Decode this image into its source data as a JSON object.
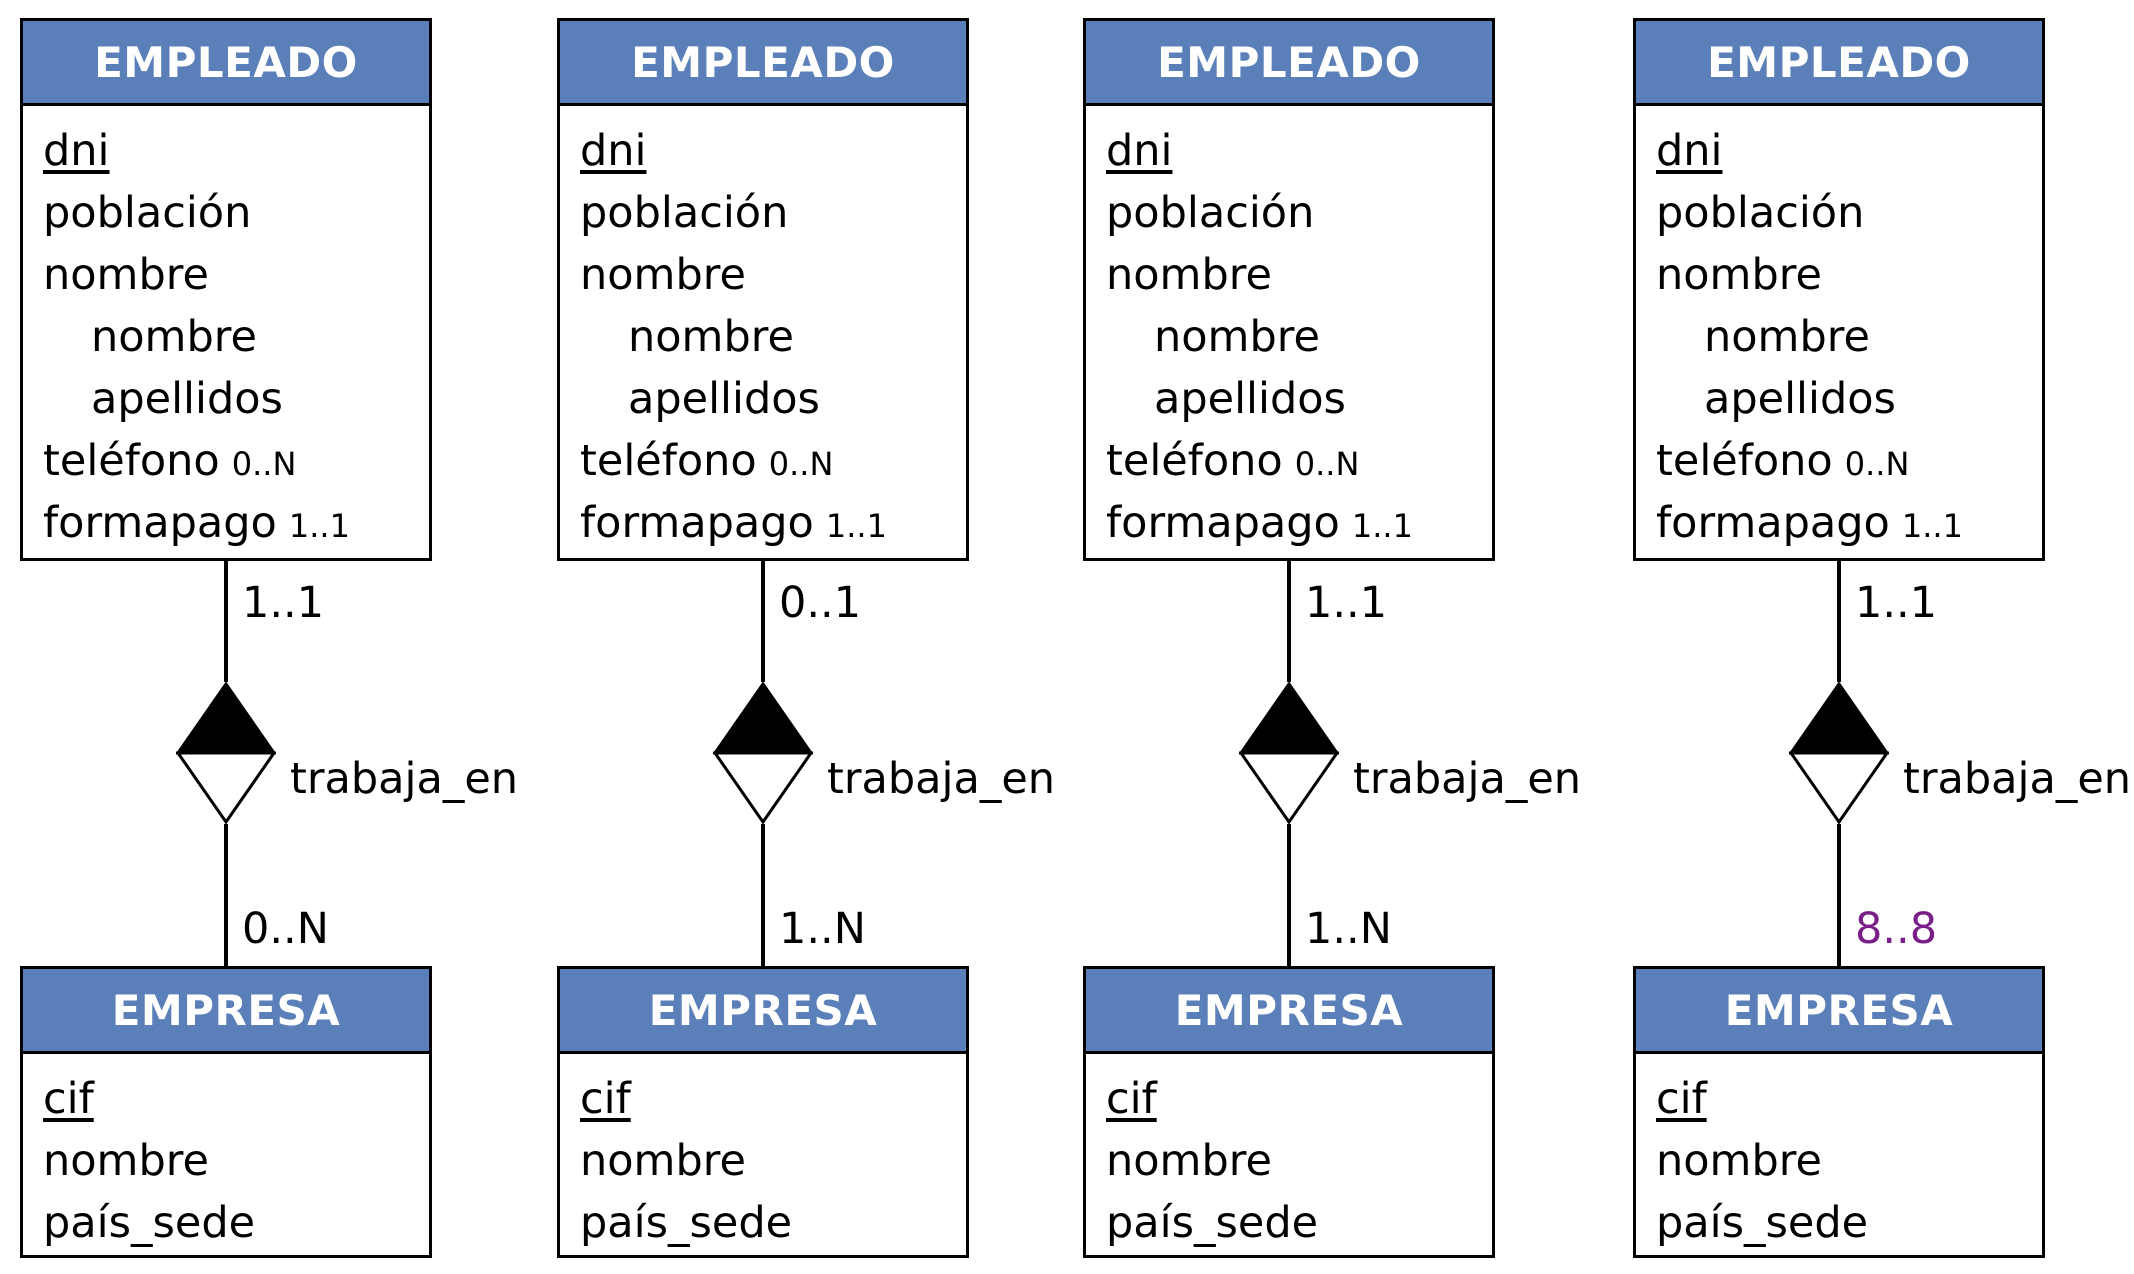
{
  "diagrams": [
    {
      "empleado": {
        "name": "EMPLEADO",
        "attributes": [
          {
            "name": "dni",
            "key": true
          },
          {
            "name": "población"
          },
          {
            "name": "nombre"
          },
          {
            "name": "nombre",
            "sub": true
          },
          {
            "name": "apellidos",
            "sub": true
          },
          {
            "name": "teléfono",
            "card": "0..N"
          },
          {
            "name": "formapago",
            "card": "1..1"
          }
        ]
      },
      "relationship": "trabaja_en",
      "card_top": "1..1",
      "card_bottom": "0..N",
      "empresa": {
        "name": "EMPRESA",
        "attributes": [
          {
            "name": "cif",
            "key": true
          },
          {
            "name": "nombre"
          },
          {
            "name": "país_sede"
          }
        ]
      }
    },
    {
      "empleado": {
        "name": "EMPLEADO",
        "attributes": [
          {
            "name": "dni",
            "key": true
          },
          {
            "name": "población"
          },
          {
            "name": "nombre"
          },
          {
            "name": "nombre",
            "sub": true
          },
          {
            "name": "apellidos",
            "sub": true
          },
          {
            "name": "teléfono",
            "card": "0..N"
          },
          {
            "name": "formapago",
            "card": "1..1"
          }
        ]
      },
      "relationship": "trabaja_en",
      "card_top": "0..1",
      "card_bottom": "1..N",
      "empresa": {
        "name": "EMPRESA",
        "attributes": [
          {
            "name": "cif",
            "key": true
          },
          {
            "name": "nombre"
          },
          {
            "name": "país_sede"
          }
        ]
      }
    },
    {
      "empleado": {
        "name": "EMPLEADO",
        "attributes": [
          {
            "name": "dni",
            "key": true
          },
          {
            "name": "población"
          },
          {
            "name": "nombre"
          },
          {
            "name": "nombre",
            "sub": true
          },
          {
            "name": "apellidos",
            "sub": true
          },
          {
            "name": "teléfono",
            "card": "0..N"
          },
          {
            "name": "formapago",
            "card": "1..1"
          }
        ]
      },
      "relationship": "trabaja_en",
      "card_top": "1..1",
      "card_bottom": "1..N",
      "empresa": {
        "name": "EMPRESA",
        "attributes": [
          {
            "name": "cif",
            "key": true
          },
          {
            "name": "nombre"
          },
          {
            "name": "país_sede"
          }
        ]
      }
    },
    {
      "empleado": {
        "name": "EMPLEADO",
        "attributes": [
          {
            "name": "dni",
            "key": true
          },
          {
            "name": "población"
          },
          {
            "name": "nombre"
          },
          {
            "name": "nombre",
            "sub": true
          },
          {
            "name": "apellidos",
            "sub": true
          },
          {
            "name": "teléfono",
            "card": "0..N"
          },
          {
            "name": "formapago",
            "card": "1..1"
          }
        ]
      },
      "relationship": "trabaja_en",
      "card_top": "1..1",
      "card_bottom": "8..8",
      "empresa": {
        "name": "EMPRESA",
        "attributes": [
          {
            "name": "cif",
            "key": true
          },
          {
            "name": "nombre"
          },
          {
            "name": "país_sede"
          }
        ]
      }
    }
  ],
  "colors": {
    "header_fill": "#5b7fb8",
    "highlight_cardinality": "#7a1f8a"
  }
}
